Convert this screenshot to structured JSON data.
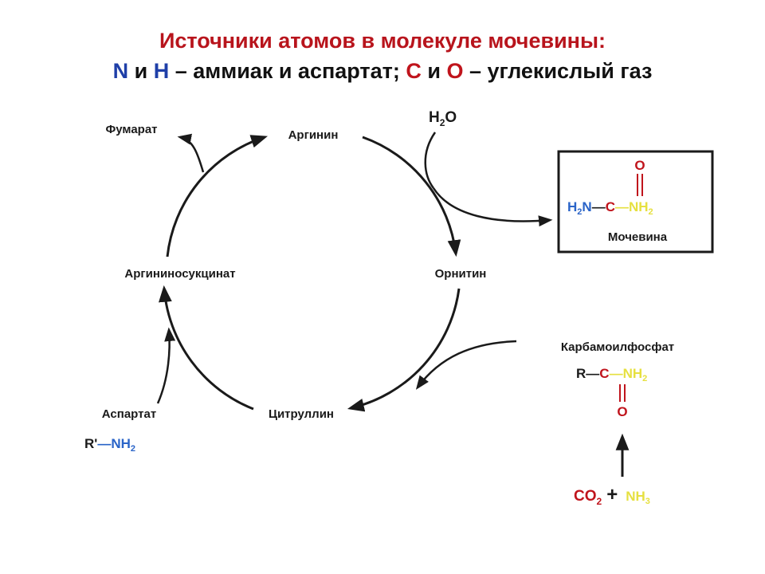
{
  "title": {
    "line1": "Источники атомов в молекуле мочевины:",
    "line2": {
      "n": "N",
      "and1": " и ",
      "h": "H",
      "mid": " – аммиак и аспартат;  ",
      "c": "C",
      "and2": " и ",
      "o": "O",
      "end": " – углекислый газ"
    }
  },
  "cycle": {
    "arginine": "Аргинин",
    "ornithine": "Орнитин",
    "citrulline": "Цитруллин",
    "argininosuccinate": "Аргининосукцинат"
  },
  "fumarate": "Фумарат",
  "water": {
    "h": "H",
    "sub": "2",
    "o": "O"
  },
  "urea": {
    "name": "Мочевина",
    "o": "O",
    "h2n": "H",
    "h2n_sub": "2",
    "n": "N",
    "dash": "—",
    "c": "C",
    "nh2_dash": "—",
    "nh2": "NH",
    "nh2_sub": "2"
  },
  "carbamoyl": {
    "name": "Карбамоилфосфат",
    "r": "R",
    "dash": "—",
    "c": "C",
    "nh2_dash": "—",
    "nh2": "NH",
    "nh2_sub": "2",
    "o": "O"
  },
  "co2": {
    "co": "CO",
    "sub": "2",
    "plus": "+",
    "nh3": "NH",
    "nh3_sub": "3"
  },
  "aspartate": {
    "name": "Аспартат",
    "r": "R'",
    "dash": "—",
    "nh": "NH",
    "nh_sub": "2"
  },
  "colors": {
    "title_red": "#b8141c",
    "n_blue": "#2a64c8",
    "nh_yellow": "#e6e040",
    "line": "#1a1a1a"
  }
}
